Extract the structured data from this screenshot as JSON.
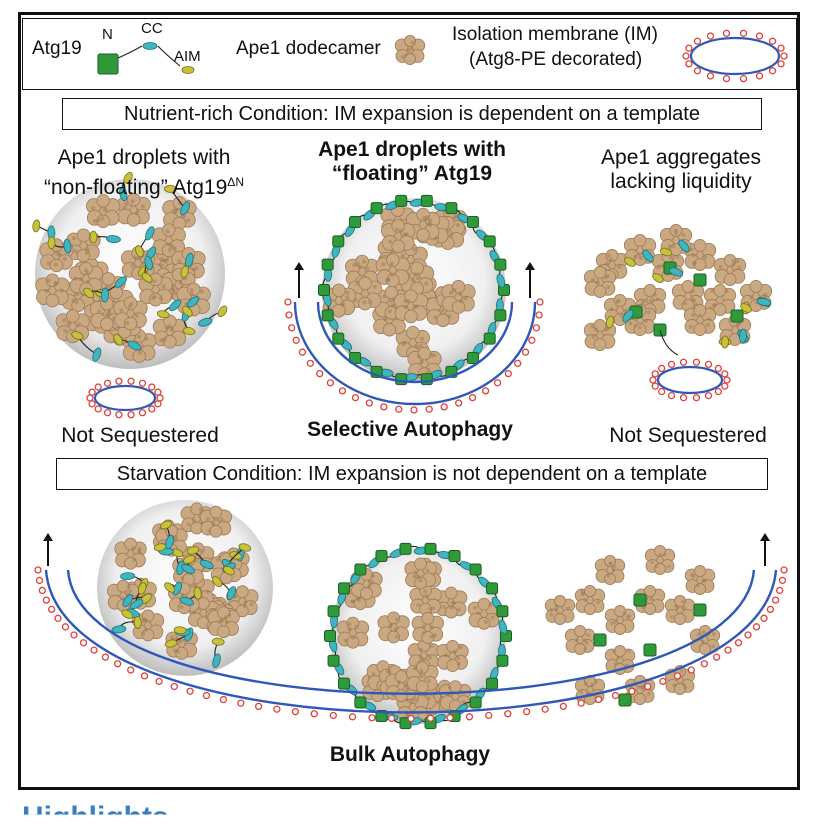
{
  "legend": {
    "atg19_label": "Atg19",
    "n_label": "N",
    "cc_label": "CC",
    "aim_label": "AIM",
    "ape1_label": "Ape1 dodecamer",
    "im_label_line1": "Isolation membrane (IM)",
    "im_label_line2": "(Atg8-PE decorated)"
  },
  "nutrient_rich": {
    "banner": "Nutrient-rich Condition: IM expansion is dependent on a template",
    "left_title_line1": "Ape1 droplets with",
    "left_title_line2": "“non-floating” Atg19",
    "left_title_superscript": "ΔN",
    "middle_title_line1": "Ape1 droplets with",
    "middle_title_line2": "“floating” Atg19",
    "right_title_line1": "Ape1 aggregates",
    "right_title_line2": "lacking liquidity",
    "left_caption": "Not Sequestered",
    "middle_caption": "Selective Autophagy",
    "right_caption": "Not Sequestered"
  },
  "starvation": {
    "banner": "Starvation Condition: IM expansion is not dependent on a template",
    "caption": "Bulk Autophagy"
  },
  "below_figure_heading": "Highlights",
  "colors": {
    "ape1": "#c9a882",
    "ape1_dark": "#9c7a56",
    "atg19_n": "#2e9a3a",
    "atg19_cc": "#3fb6bf",
    "atg19_aim": "#c8c23a",
    "membrane_blue": "#2f58b8",
    "membrane_dots": "#e0413a",
    "droplet_gray": "#d9d9d9",
    "heading_blue": "#3a7fc4"
  }
}
